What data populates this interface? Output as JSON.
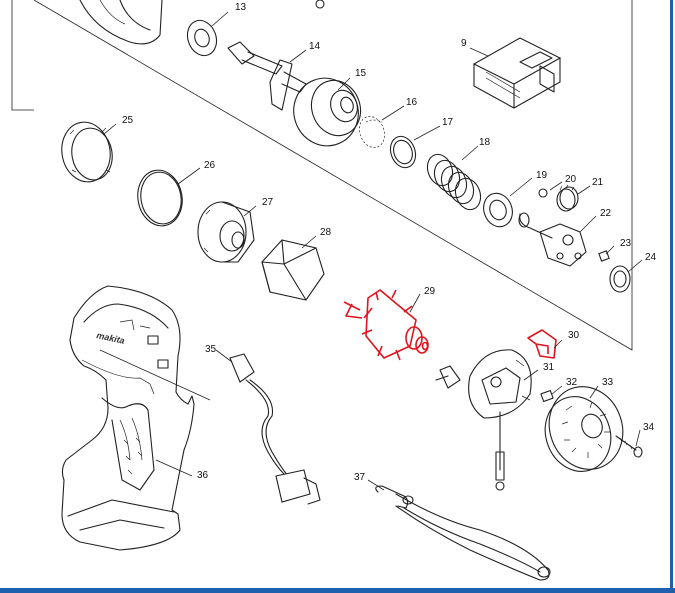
{
  "diagram": {
    "highlight_color": "#e0141c",
    "frame_color": "#1e5fae",
    "highlighted_parts": [
      "29",
      "30"
    ],
    "brand_text": "makita",
    "callouts": [
      {
        "id": "p13",
        "label": "13"
      },
      {
        "id": "p14",
        "label": "14"
      },
      {
        "id": "p15",
        "label": "15"
      },
      {
        "id": "p16",
        "label": "16"
      },
      {
        "id": "p17",
        "label": "17"
      },
      {
        "id": "p18",
        "label": "18"
      },
      {
        "id": "p9",
        "label": "9"
      },
      {
        "id": "p19",
        "label": "19"
      },
      {
        "id": "p20",
        "label": "20"
      },
      {
        "id": "p21",
        "label": "21"
      },
      {
        "id": "p22",
        "label": "22"
      },
      {
        "id": "p23",
        "label": "23"
      },
      {
        "id": "p24",
        "label": "24"
      },
      {
        "id": "p25",
        "label": "25"
      },
      {
        "id": "p26",
        "label": "26"
      },
      {
        "id": "p27",
        "label": "27"
      },
      {
        "id": "p28",
        "label": "28"
      },
      {
        "id": "p29",
        "label": "29"
      },
      {
        "id": "p30",
        "label": "30"
      },
      {
        "id": "p31",
        "label": "31"
      },
      {
        "id": "p32",
        "label": "32"
      },
      {
        "id": "p33",
        "label": "33"
      },
      {
        "id": "p34",
        "label": "34"
      },
      {
        "id": "p35",
        "label": "35"
      },
      {
        "id": "p36",
        "label": "36"
      },
      {
        "id": "p37",
        "label": "37"
      }
    ]
  }
}
